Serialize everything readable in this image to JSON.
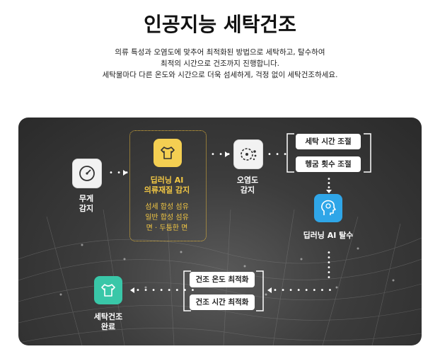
{
  "header": {
    "title": "인공지능 세탁건조",
    "desc_line1": "의류 특성과 오염도에 맞추어 최적화된 방법으로 세탁하고, 탈수하여",
    "desc_line2": "최적의 시간으로 건조까지 진행합니다.",
    "desc_line3": "세탁물마다 다른 온도와 시간으로 더욱 섬세하게, 걱정 없이 세탁건조하세요."
  },
  "flow": {
    "weight": {
      "line1": "무게",
      "line2": "감지",
      "icon": "gauge-icon"
    },
    "deep_ai": {
      "line1": "딥러닝 AI",
      "line2": "의류재질 감지",
      "fabrics": [
        "섬세 합성 섬유",
        "일반 합성 섬유",
        "면 · 두툼한 면"
      ],
      "icon": "shirt-icon"
    },
    "soil": {
      "line1": "오염도",
      "line2": "감지",
      "icon": "sensor-icon"
    },
    "adjust": [
      "세탁 시간 조절",
      "헹굼 횟수 조절"
    ],
    "spin": {
      "label": "딥러닝 AI 탈수",
      "icon": "ai-head-icon"
    },
    "dry": [
      "건조 온도 최적화",
      "건조 시간 최적화"
    ],
    "done": {
      "line1": "세탁건조",
      "line2": "완료",
      "icon": "shirt-icon"
    }
  },
  "colors": {
    "gold": "#f4cf52",
    "blue": "#2fa6e8",
    "mint": "#39c7a8",
    "panel": "#333333"
  }
}
